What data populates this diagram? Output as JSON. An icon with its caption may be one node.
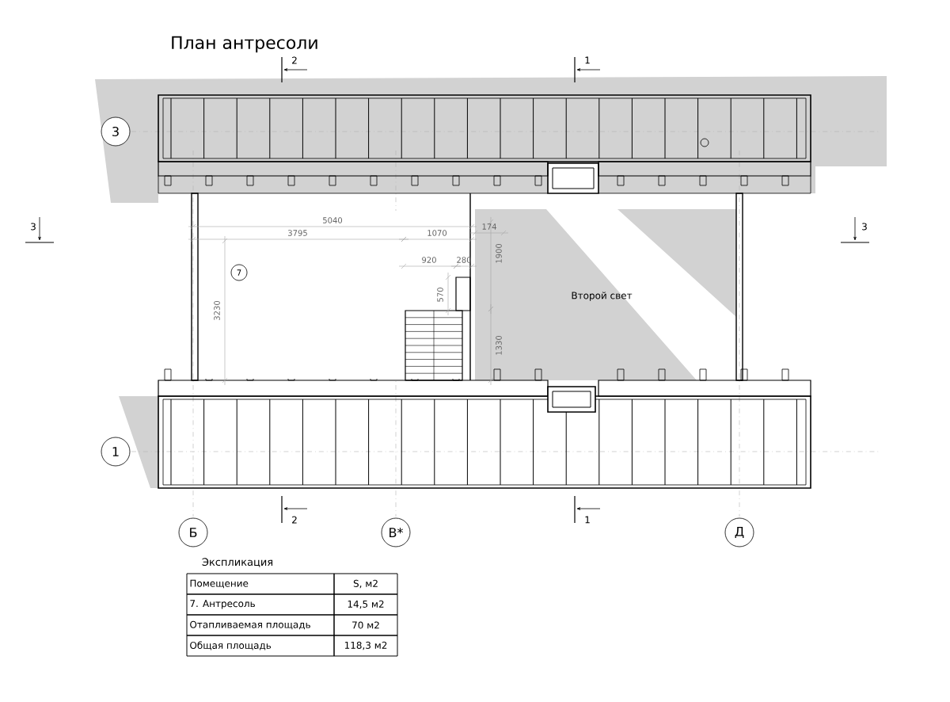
{
  "diagram": {
    "title": "План антресоли",
    "nodes": [
      {
        "text": [
          "3"
        ]
      },
      {
        "text": [
          "7"
        ]
      },
      {
        "text": [
          "1"
        ]
      },
      {
        "text": [
          "Б"
        ]
      },
      {
        "text": [
          "В*"
        ]
      },
      {
        "text": [
          "Д"
        ]
      }
    ],
    "edges": [],
    "labels": [
      "2",
      "1",
      "3",
      "3",
      "5040",
      "3795",
      "1070",
      "174",
      "920",
      "280",
      "1900",
      "570",
      "3230",
      "1330",
      "Второй свет",
      "2",
      "1",
      "Экспликация",
      "Помещение",
      "S, м2",
      "7. Антресоль",
      "14,5 м2",
      "Отапливаемая площадь",
      "70 м2",
      "Общая площадь",
      "118,3 м2"
    ]
  }
}
